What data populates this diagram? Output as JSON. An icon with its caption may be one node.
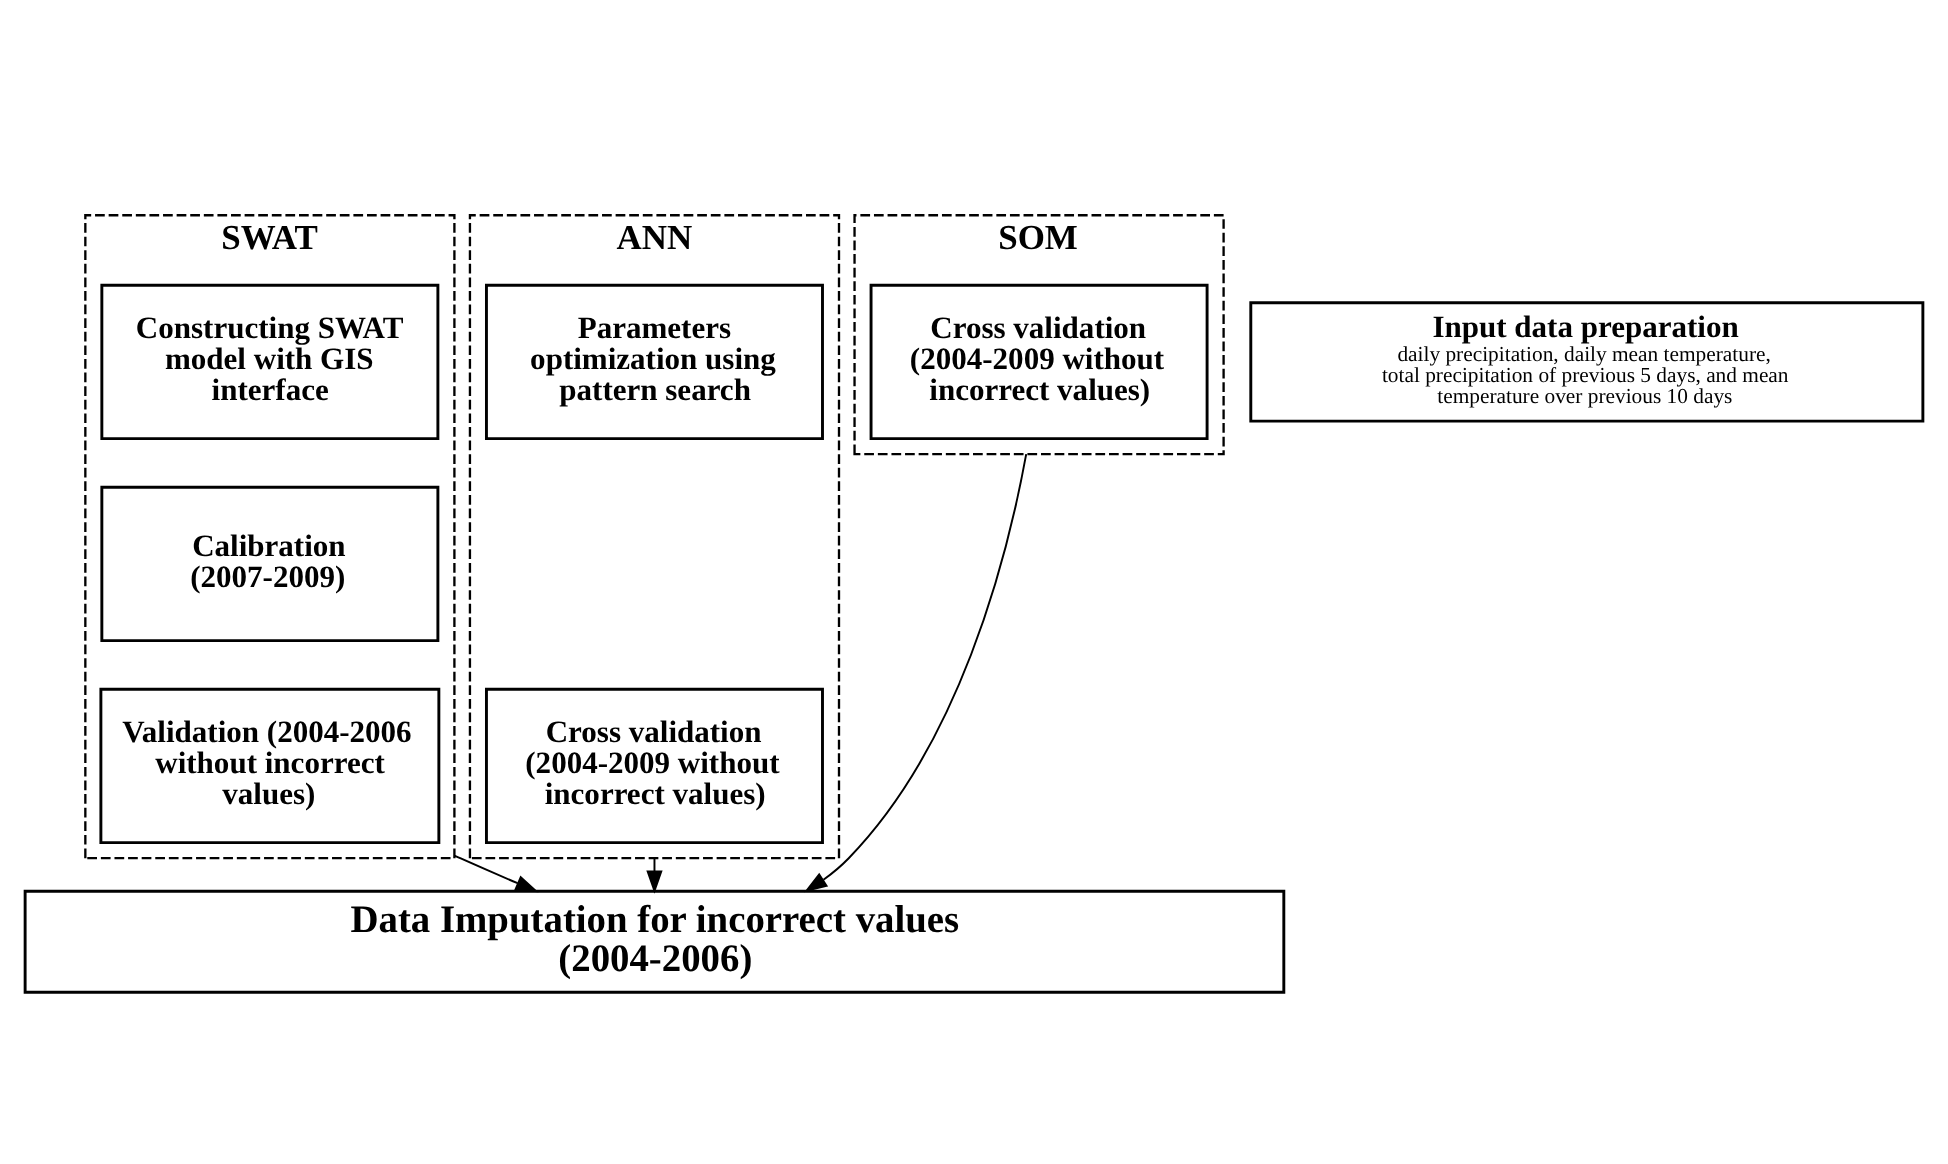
{
  "diagram": {
    "nodes": [
      {
        "text": [
          "SWAT"
        ]
      },
      {
        "text": [
          "Constructing SWAT model with GIS interface"
        ],
        "in": 0
      },
      {
        "text": [
          "Calibration (2007-2009)"
        ],
        "in": 0
      },
      {
        "text": [
          "Validation (2004-2006 without incorrect values)"
        ],
        "in": 0
      },
      {
        "text": [
          "ANN"
        ]
      },
      {
        "text": [
          "Input data preparation",
          "daily precipitation, daily mean temperature, total precipitation of previous 5 days, and mean temperature over previous 10 days"
        ]
      },
      {
        "text": [
          "Parameters optimization using pattern search"
        ],
        "in": 4
      },
      {
        "text": [
          "Cross validation (2004-2009 without incorrect values)"
        ],
        "in": 4
      },
      {
        "text": [
          "SOM"
        ]
      },
      {
        "text": [
          "Cross validation (2004-2009 without incorrect values)"
        ],
        "in": 8
      },
      {
        "text": [
          "Data Imputation for incorrect values (2004-2006)"
        ]
      }
    ],
    "edges": [
      {
        "from": 0,
        "to": 10,
        "arrow": "to"
      },
      {
        "from": 4,
        "to": 10,
        "arrow": "to"
      },
      {
        "from": 8,
        "to": 10,
        "arrow": "to"
      }
    ]
  }
}
